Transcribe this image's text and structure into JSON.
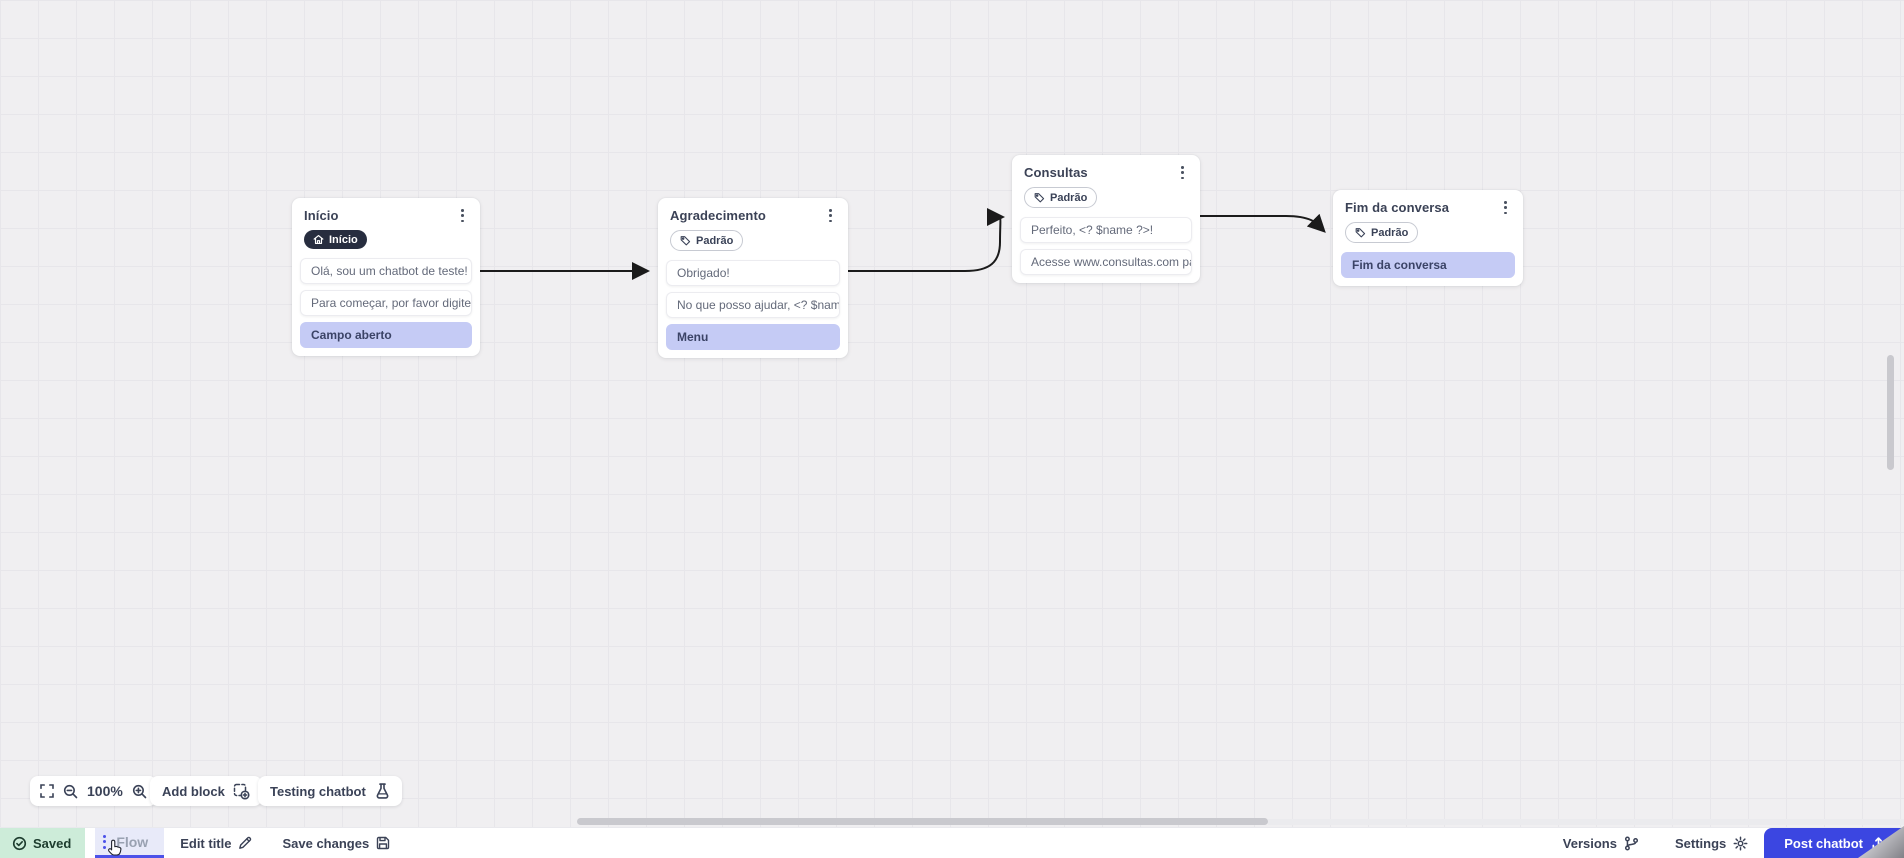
{
  "canvas": {
    "grid": "on",
    "nodes": [
      {
        "title": "Início",
        "badge": {
          "icon": "home-icon",
          "label": "Início"
        },
        "items": [
          {
            "type": "message",
            "text": "Olá, sou um chatbot de teste!"
          },
          {
            "type": "message",
            "text": "Para começar, por favor digite o ..."
          },
          {
            "type": "input",
            "text": "Campo aberto"
          }
        ]
      },
      {
        "title": "Agradecimento",
        "badge": {
          "icon": "tag-icon",
          "label": "Padrão"
        },
        "items": [
          {
            "type": "message",
            "text": "Obrigado!"
          },
          {
            "type": "message",
            "text": "No que posso ajudar, <? $name ..."
          },
          {
            "type": "input",
            "text": "Menu"
          }
        ]
      },
      {
        "title": "Consultas",
        "badge": {
          "icon": "tag-icon",
          "label": "Padrão"
        },
        "items": [
          {
            "type": "message",
            "text": "Perfeito, <? $name ?>!"
          },
          {
            "type": "message",
            "text": "Acesse www.consultas.com par..."
          }
        ]
      },
      {
        "title": "Fim da conversa",
        "badge": {
          "icon": "tag-icon",
          "label": "Padrão"
        },
        "items": [
          {
            "type": "input",
            "text": "Fim da conversa"
          }
        ]
      }
    ]
  },
  "toolbar": {
    "zoom_level": "100%",
    "add_block": "Add block",
    "testing_chatbot": "Testing chatbot"
  },
  "statusbar": {
    "saved": "Saved",
    "flow_tab": "Flow",
    "edit_title": "Edit title",
    "save_changes": "Save changes",
    "versions": "Versions",
    "settings": "Settings",
    "post_chatbot": "Post chatbot"
  },
  "colors": {
    "accent": "#3b46e1",
    "input_item_bg": "#c5cbf5",
    "saved_bg": "#cdecd9",
    "connector": "#1b1b1b",
    "canvas_bg": "#f0eff1",
    "badge_dark_bg": "#272d3f"
  }
}
